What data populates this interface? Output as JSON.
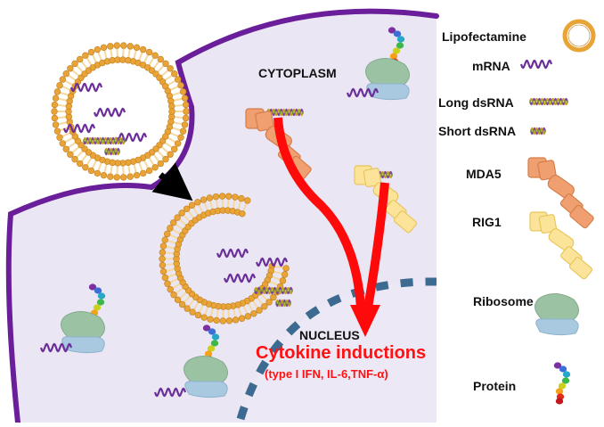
{
  "labels": {
    "cytoplasm": "CYTOPLASM",
    "nucleus": "NUCLEUS",
    "cytokine": "Cytokine inductions",
    "cytokine_sub": "(type I IFN, IL-6,TNF-α)"
  },
  "legend": {
    "lipofectamine": "Lipofectamine",
    "mrna": "mRNA",
    "long_dsrna": "Long dsRNA",
    "short_dsrna": "Short dsRNA",
    "mda5": "MDA5",
    "rig1": "RIG1",
    "ribosome": "Ribosome",
    "protein": "Protein"
  },
  "colors": {
    "cell_bg": "#eae6f3",
    "membrane": "#6a1e9a",
    "lipid_head": "#e8a436",
    "lipid_tail": "#f6d9a0",
    "mrna": "#6b2f9a",
    "dsrna_a": "#7a3fa8",
    "dsrna_b": "#c8a020",
    "mda5": "#f0a070",
    "mda5_stroke": "#d67e4a",
    "rig1": "#fbe49a",
    "rig1_stroke": "#e8c55a",
    "ribosome_top": "#9cc2a4",
    "ribosome_bottom": "#a8c9e0",
    "nucleus_dash": "#3d6a90",
    "arrow_red": "#ff0a0a",
    "arrow_black": "#000000",
    "protein_beads": [
      "#7b2fa0",
      "#3a6fd8",
      "#24a7c8",
      "#3cb84a",
      "#c9d11c",
      "#f5a11a",
      "#e22b1b",
      "#c4161c"
    ]
  }
}
